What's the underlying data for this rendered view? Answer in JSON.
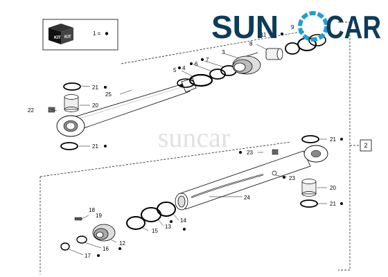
{
  "logo": {
    "text_a": "SUN",
    "text_b": "CAR",
    "color_main": "#0d3c5a",
    "color_accent": "#1f9fd3"
  },
  "watermark": "suncar",
  "kit": {
    "box_label": "KIT",
    "qty_text": "1 ="
  },
  "assembly_ref": "2",
  "callouts": [
    {
      "id": "c2",
      "label": "2"
    },
    {
      "id": "c3",
      "label": "3"
    },
    {
      "id": "c4",
      "label": "4"
    },
    {
      "id": "c5",
      "label": "5"
    },
    {
      "id": "c6",
      "label": "6"
    },
    {
      "id": "c7",
      "label": "7"
    },
    {
      "id": "c8",
      "label": "8"
    },
    {
      "id": "c9",
      "label": "9"
    },
    {
      "id": "c11",
      "label": "11"
    },
    {
      "id": "c12",
      "label": "12"
    },
    {
      "id": "c13",
      "label": "13"
    },
    {
      "id": "c14",
      "label": "14"
    },
    {
      "id": "c15",
      "label": "15"
    },
    {
      "id": "c16",
      "label": "16"
    },
    {
      "id": "c17",
      "label": "17"
    },
    {
      "id": "c18",
      "label": "18"
    },
    {
      "id": "c19",
      "label": "19"
    },
    {
      "id": "c20a",
      "label": "20"
    },
    {
      "id": "c20b",
      "label": "20"
    },
    {
      "id": "c21a",
      "label": "21"
    },
    {
      "id": "c21b",
      "label": "21"
    },
    {
      "id": "c21c",
      "label": "21"
    },
    {
      "id": "c21d",
      "label": "21"
    },
    {
      "id": "c22",
      "label": "22"
    },
    {
      "id": "c23a",
      "label": "23"
    },
    {
      "id": "c23b",
      "label": "23"
    },
    {
      "id": "c24",
      "label": "24"
    },
    {
      "id": "c25",
      "label": "25"
    }
  ]
}
